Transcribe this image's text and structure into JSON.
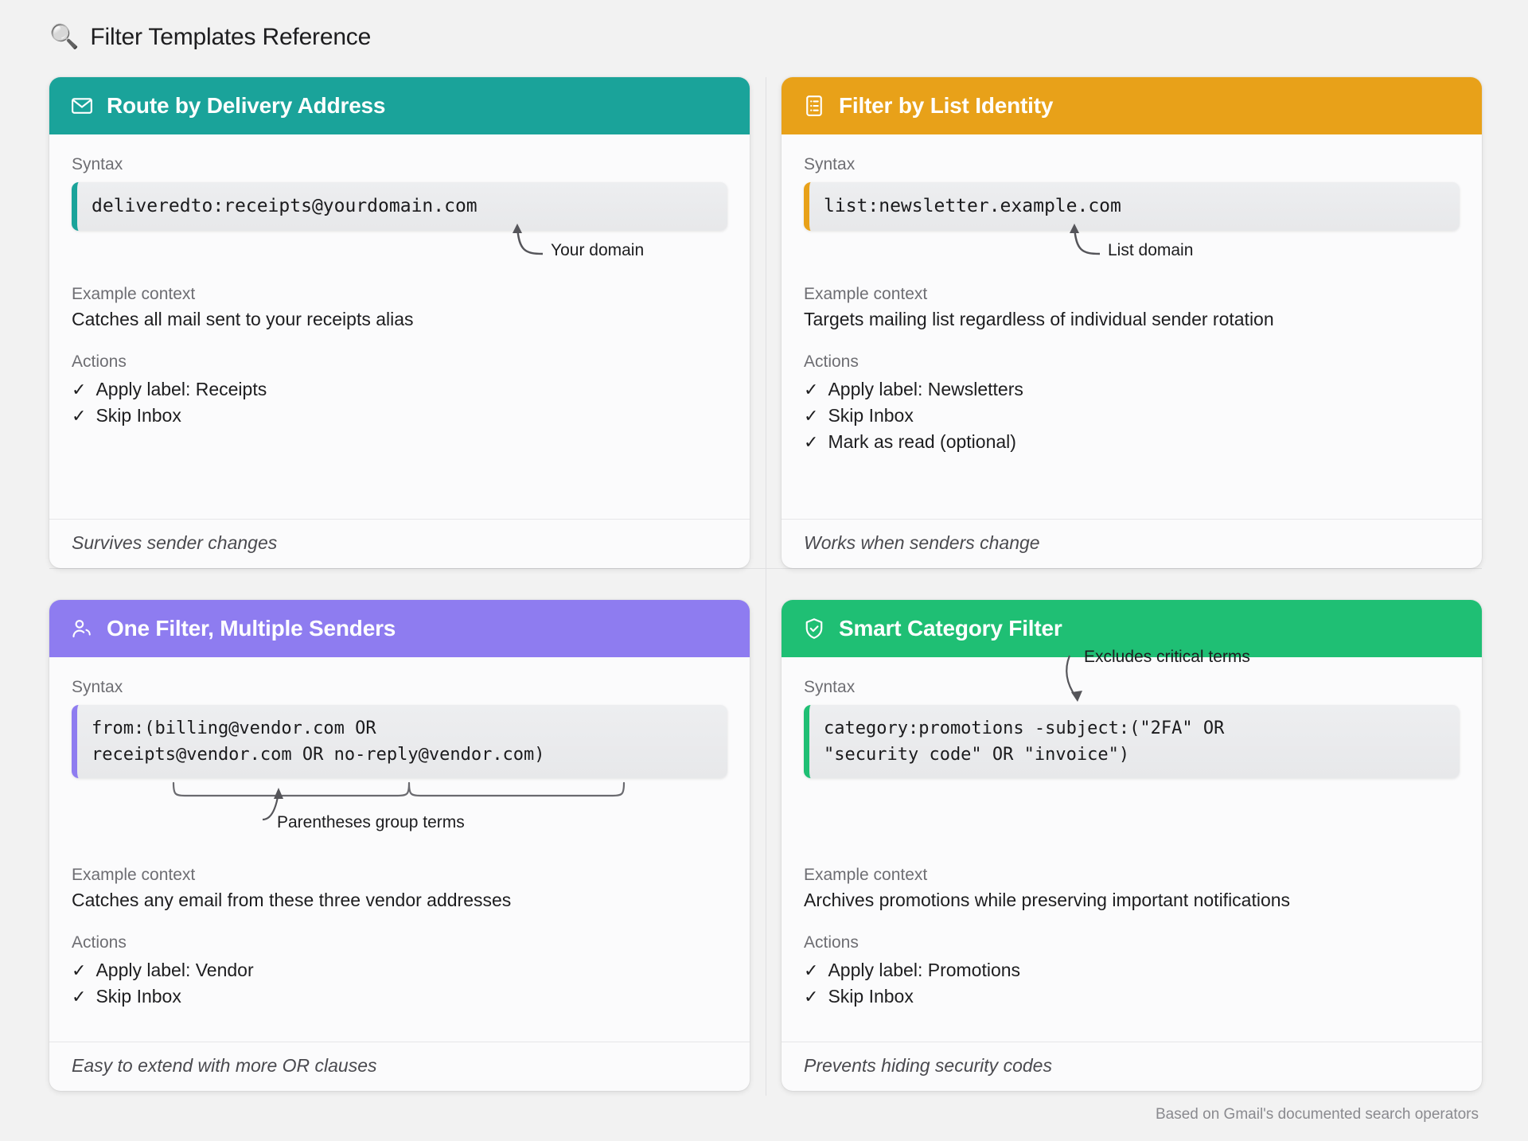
{
  "header": {
    "icon": "search-icon",
    "icon_glyph": "🔍",
    "title": "Filter Templates Reference"
  },
  "labels": {
    "syntax": "Syntax",
    "example_context": "Example context",
    "actions": "Actions",
    "tick": "✓"
  },
  "footnote": "Based on Gmail's documented search operators",
  "colors": {
    "teal": "#1aa39a",
    "orange": "#e8a119",
    "purple": "#8e7cf0",
    "green": "#1fbf74",
    "page_bg": "#f2f2f2",
    "card_bg": "#fbfbfc",
    "code_bg": "#ebecee",
    "muted_text": "#6e6e73",
    "body_text": "#1d1d1f"
  },
  "cards": [
    {
      "id": "route-by-delivery-address",
      "icon": "envelope-icon",
      "title": "Route by Delivery Address",
      "accent": "#1aa39a",
      "syntax": "deliveredto:receipts@yourdomain.com",
      "annotation": "Your domain",
      "context": "Catches all mail sent to your receipts alias",
      "actions": [
        "Apply label: Receipts",
        "Skip Inbox"
      ],
      "footer": "Survives sender changes"
    },
    {
      "id": "filter-by-list-identity",
      "icon": "list-document-icon",
      "title": "Filter by List Identity",
      "accent": "#e8a119",
      "syntax": "list:newsletter.example.com",
      "annotation": "List domain",
      "context": "Targets mailing list regardless of individual sender rotation",
      "actions": [
        "Apply label: Newsletters",
        "Skip Inbox",
        "Mark as read (optional)"
      ],
      "footer": "Works when senders change"
    },
    {
      "id": "one-filter-multiple-senders",
      "icon": "people-icon",
      "title": "One Filter, Multiple Senders",
      "accent": "#8e7cf0",
      "syntax": "from:(billing@vendor.com OR\nreceipts@vendor.com OR no-reply@vendor.com)",
      "annotation": "Parentheses group terms",
      "context": "Catches any email from these three vendor addresses",
      "actions": [
        "Apply label: Vendor",
        "Skip Inbox"
      ],
      "footer": "Easy to extend with more OR clauses"
    },
    {
      "id": "smart-category-filter",
      "icon": "shield-check-icon",
      "title": "Smart Category Filter",
      "accent": "#1fbf74",
      "syntax": "category:promotions -subject:(\"2FA\" OR\n\"security code\" OR \"invoice\")",
      "annotation": "Excludes critical terms",
      "context": "Archives promotions while preserving important notifications",
      "actions": [
        "Apply label: Promotions",
        "Skip Inbox"
      ],
      "footer": "Prevents hiding security codes"
    }
  ]
}
